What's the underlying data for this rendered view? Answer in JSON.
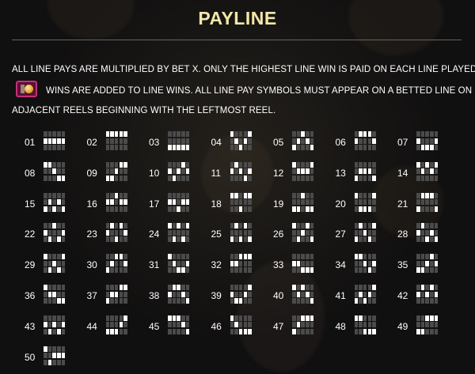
{
  "title": "PAYLINE",
  "rules": {
    "line1": "ALL LINE PAYS ARE MULTIPLIED BY BET X. ONLY THE HIGHEST LINE WIN IS PAID ON EACH LINE PLAYED.",
    "line2": "WINS ARE ADDED TO LINE WINS. ALL LINE PAY SYMBOLS MUST APPEAR ON A BETTED LINE ON",
    "line3": "ADJACENT REELS BEGINNING WITH THE LEFTMOST REEL.",
    "wild_icon": "wild-symbol-icon"
  },
  "colors": {
    "title": "#f4e7a8",
    "active_cell": "#ffffff",
    "inactive_cell": "#4b4b4b",
    "wild_border": "#c4307a"
  },
  "paylines": [
    {
      "num": "01",
      "rows": [
        1,
        1,
        1,
        1,
        1
      ]
    },
    {
      "num": "02",
      "rows": [
        0,
        0,
        0,
        0,
        0
      ]
    },
    {
      "num": "03",
      "rows": [
        2,
        2,
        2,
        2,
        2
      ]
    },
    {
      "num": "04",
      "rows": [
        0,
        1,
        2,
        1,
        0
      ]
    },
    {
      "num": "05",
      "rows": [
        2,
        1,
        0,
        1,
        2
      ]
    },
    {
      "num": "06",
      "rows": [
        1,
        0,
        0,
        0,
        1
      ]
    },
    {
      "num": "07",
      "rows": [
        1,
        2,
        2,
        2,
        1
      ]
    },
    {
      "num": "08",
      "rows": [
        0,
        0,
        1,
        2,
        2
      ]
    },
    {
      "num": "09",
      "rows": [
        2,
        2,
        1,
        0,
        0
      ]
    },
    {
      "num": "10",
      "rows": [
        1,
        2,
        1,
        0,
        1
      ]
    },
    {
      "num": "11",
      "rows": [
        1,
        0,
        1,
        2,
        1
      ]
    },
    {
      "num": "12",
      "rows": [
        0,
        1,
        1,
        1,
        0
      ]
    },
    {
      "num": "13",
      "rows": [
        2,
        1,
        1,
        1,
        2
      ]
    },
    {
      "num": "14",
      "rows": [
        0,
        1,
        0,
        1,
        0
      ]
    },
    {
      "num": "15",
      "rows": [
        2,
        1,
        2,
        1,
        2
      ]
    },
    {
      "num": "16",
      "rows": [
        1,
        1,
        0,
        1,
        1
      ]
    },
    {
      "num": "17",
      "rows": [
        1,
        1,
        2,
        1,
        1
      ]
    },
    {
      "num": "18",
      "rows": [
        0,
        0,
        2,
        0,
        0
      ]
    },
    {
      "num": "19",
      "rows": [
        2,
        2,
        0,
        2,
        2
      ]
    },
    {
      "num": "20",
      "rows": [
        0,
        2,
        2,
        2,
        0
      ]
    },
    {
      "num": "21",
      "rows": [
        2,
        0,
        0,
        0,
        2
      ]
    },
    {
      "num": "22",
      "rows": [
        1,
        2,
        0,
        2,
        1
      ]
    },
    {
      "num": "23",
      "rows": [
        1,
        0,
        2,
        0,
        1
      ]
    },
    {
      "num": "24",
      "rows": [
        0,
        2,
        0,
        2,
        0
      ]
    },
    {
      "num": "25",
      "rows": [
        2,
        0,
        2,
        0,
        2
      ]
    },
    {
      "num": "26",
      "rows": [
        0,
        2,
        1,
        0,
        2
      ]
    },
    {
      "num": "27",
      "rows": [
        2,
        0,
        1,
        2,
        0
      ]
    },
    {
      "num": "28",
      "rows": [
        1,
        0,
        2,
        1,
        2
      ]
    },
    {
      "num": "29",
      "rows": [
        0,
        2,
        1,
        2,
        0
      ]
    },
    {
      "num": "30",
      "rows": [
        2,
        1,
        0,
        0,
        1
      ]
    },
    {
      "num": "31",
      "rows": [
        0,
        1,
        2,
        2,
        1
      ]
    },
    {
      "num": "32",
      "rows": [
        1,
        1,
        0,
        0,
        0
      ]
    },
    {
      "num": "33",
      "rows": [
        1,
        1,
        2,
        2,
        2
      ]
    },
    {
      "num": "34",
      "rows": [
        0,
        0,
        1,
        2,
        1
      ]
    },
    {
      "num": "35",
      "rows": [
        2,
        2,
        1,
        0,
        1
      ]
    },
    {
      "num": "36",
      "rows": [
        0,
        1,
        1,
        2,
        2
      ]
    },
    {
      "num": "37",
      "rows": [
        2,
        1,
        1,
        0,
        0
      ]
    },
    {
      "num": "38",
      "rows": [
        1,
        0,
        0,
        1,
        2
      ]
    },
    {
      "num": "39",
      "rows": [
        1,
        2,
        2,
        1,
        0
      ]
    },
    {
      "num": "40",
      "rows": [
        0,
        1,
        0,
        1,
        2
      ]
    },
    {
      "num": "41",
      "rows": [
        2,
        1,
        2,
        1,
        0
      ]
    },
    {
      "num": "42",
      "rows": [
        1,
        0,
        1,
        0,
        1
      ]
    },
    {
      "num": "43",
      "rows": [
        1,
        2,
        1,
        2,
        1
      ]
    },
    {
      "num": "44",
      "rows": [
        2,
        2,
        2,
        1,
        0
      ]
    },
    {
      "num": "45",
      "rows": [
        0,
        0,
        0,
        1,
        2
      ]
    },
    {
      "num": "46",
      "rows": [
        0,
        1,
        2,
        2,
        2
      ]
    },
    {
      "num": "47",
      "rows": [
        2,
        1,
        0,
        0,
        0
      ]
    },
    {
      "num": "48",
      "rows": [
        0,
        0,
        2,
        2,
        2
      ]
    },
    {
      "num": "49",
      "rows": [
        2,
        2,
        0,
        0,
        0
      ]
    },
    {
      "num": "50",
      "rows": [
        0,
        2,
        1,
        1,
        1
      ]
    }
  ]
}
